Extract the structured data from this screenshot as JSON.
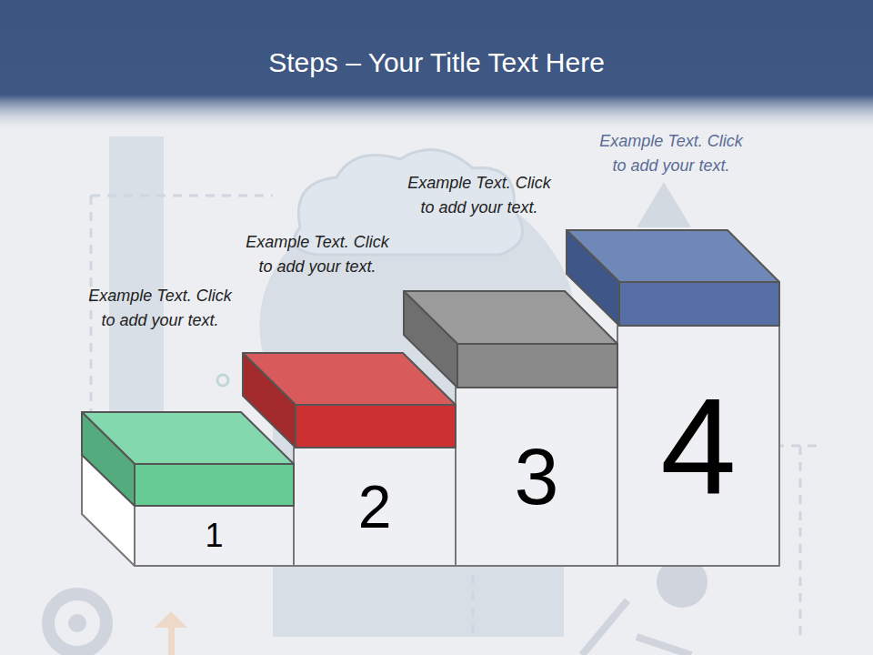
{
  "diagram": {
    "title": "Steps – Your Title Text Here",
    "nodes": [
      {
        "text": [
          "Example Text. Click to add your text.",
          "1"
        ]
      },
      {
        "text": [
          "Example Text. Click to add your text.",
          "2"
        ]
      },
      {
        "text": [
          "Example Text. Click to add your text.",
          "3"
        ]
      },
      {
        "text": [
          "Example Text. Click to add your text.",
          "4"
        ]
      }
    ]
  }
}
